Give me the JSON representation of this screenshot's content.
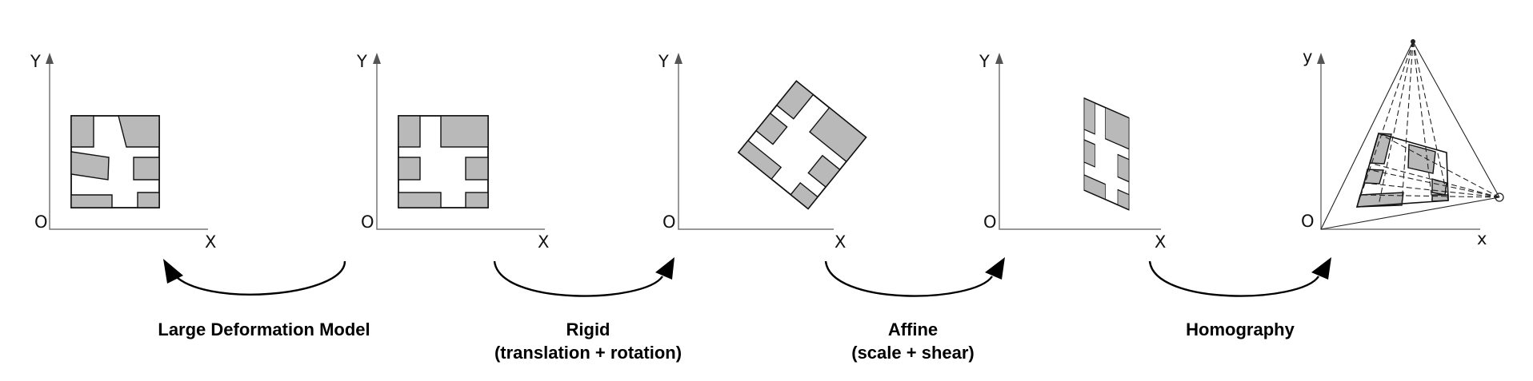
{
  "axes": [
    {
      "y_label": "Y",
      "x_label": "X",
      "origin_label": "O"
    },
    {
      "y_label": "Y",
      "x_label": "X",
      "origin_label": "O"
    },
    {
      "y_label": "Y",
      "x_label": "X",
      "origin_label": "O"
    },
    {
      "y_label": "Y",
      "x_label": "X",
      "origin_label": "O"
    },
    {
      "y_label": "y",
      "x_label": "x",
      "origin_label": "O"
    }
  ],
  "captions": {
    "large_deformation": "Large Deformation Model",
    "rigid_title": "Rigid",
    "rigid_detail": "(translation + rotation)",
    "affine_title": "Affine",
    "affine_detail": "(scale + shear)",
    "homography": "Homography"
  },
  "colors": {
    "block_fill": "#b9b9b9",
    "line": "#111111",
    "axis": "#777777"
  }
}
